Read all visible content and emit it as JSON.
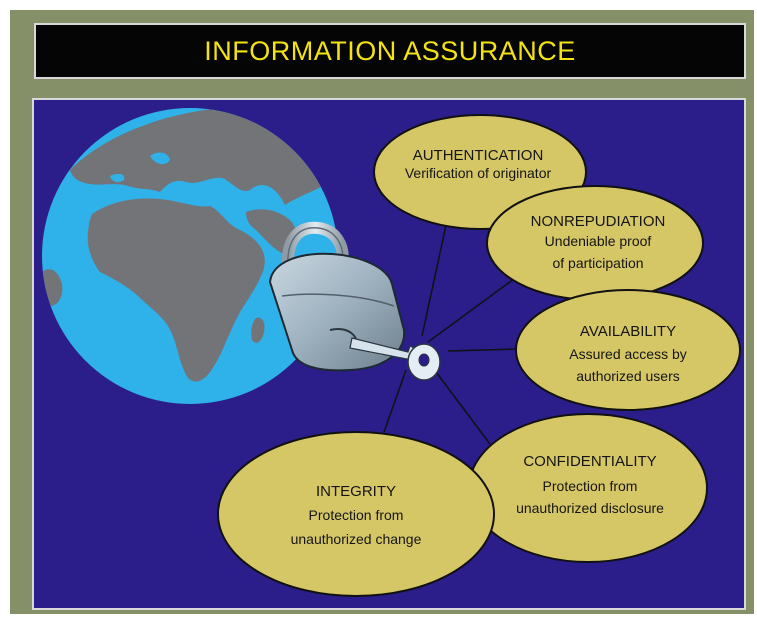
{
  "title": "INFORMATION ASSURANCE",
  "colors": {
    "frame": "#858f68",
    "title_bg": "#050505",
    "title_text": "#f3e312",
    "panel_bg": "#2b1d8a",
    "ellipse_fill": "#d6c766",
    "ocean": "#2fb2e9",
    "land": "#727478",
    "lock_body": "#a9bbc8",
    "lines": "#111111"
  },
  "icons": [
    "globe-icon",
    "padlock-icon",
    "key-icon"
  ],
  "nodes": [
    {
      "id": "authentication",
      "heading": "AUTHENTICATION",
      "lines": [
        "Verification of originator"
      ]
    },
    {
      "id": "nonrepudiation",
      "heading": "NONREPUDIATION",
      "lines": [
        "Undeniable proof",
        "of participation"
      ]
    },
    {
      "id": "availability",
      "heading": "AVAILABILITY",
      "lines": [
        "Assured access by",
        "authorized users"
      ]
    },
    {
      "id": "confidentiality",
      "heading": "CONFIDENTIALITY",
      "lines": [
        "Protection from",
        "unauthorized disclosure"
      ]
    },
    {
      "id": "integrity",
      "heading": "INTEGRITY",
      "lines": [
        "Protection from",
        "unauthorized change"
      ]
    }
  ]
}
